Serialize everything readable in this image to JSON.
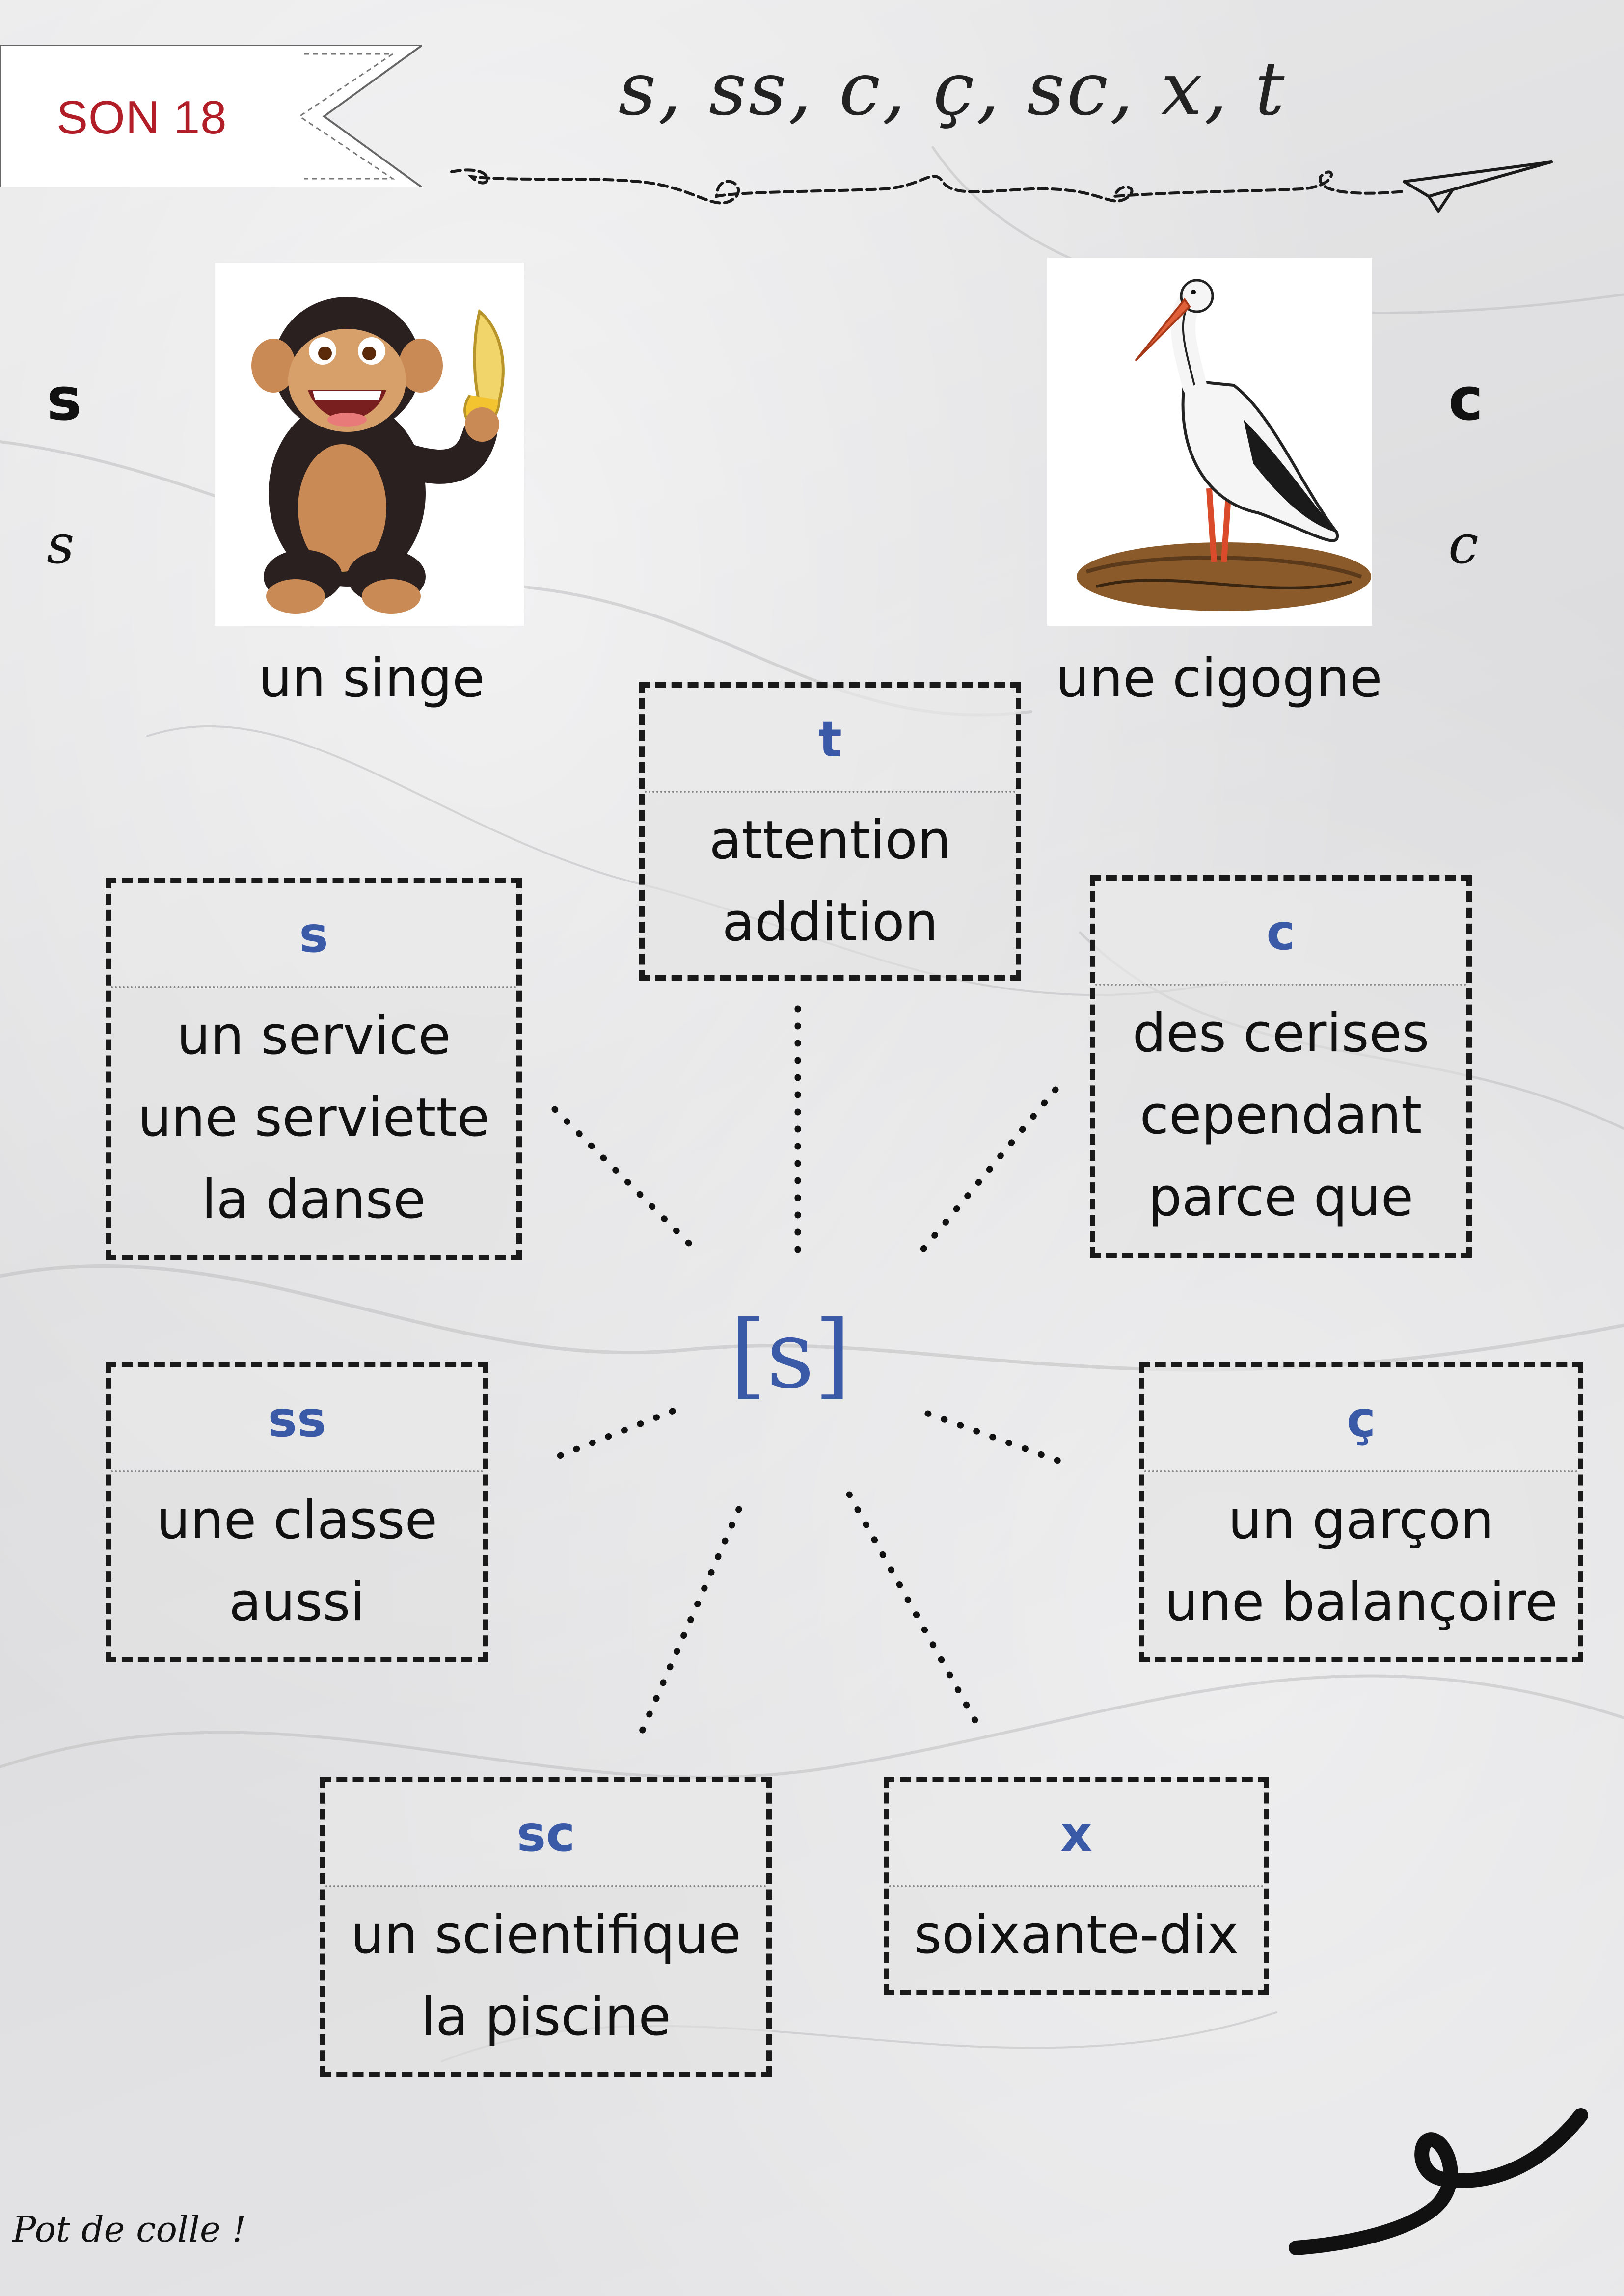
{
  "header": {
    "son_label": "SON 18",
    "title": "s, ss, c, ç, sc, x, t"
  },
  "left_example": {
    "letter_print": "s",
    "letter_script": "s",
    "image": "chimpanzee-holding-banana",
    "caption": "un singe"
  },
  "right_example": {
    "letter_print": "c",
    "letter_script": "c",
    "image": "stork-on-nest",
    "caption": "une cigogne"
  },
  "phoneme": "[s]",
  "boxes": {
    "t": {
      "grapheme": "t",
      "words": [
        "attention",
        "addition"
      ]
    },
    "s": {
      "grapheme": "s",
      "words": [
        "un service",
        "une serviette",
        "la danse"
      ]
    },
    "c": {
      "grapheme": "c",
      "words": [
        "des cerises",
        "cependant",
        "parce que"
      ]
    },
    "ss": {
      "grapheme": "ss",
      "words": [
        "une classe",
        "aussi"
      ]
    },
    "cc": {
      "grapheme": "ç",
      "words": [
        "un garçon",
        "une balançoire"
      ]
    },
    "sc": {
      "grapheme": "sc",
      "words": [
        "un scientifique",
        "la piscine"
      ]
    },
    "x": {
      "grapheme": "x",
      "words": [
        "soixante-dix"
      ]
    }
  },
  "footer": "Pot de colle !",
  "colors": {
    "accent_blue": "#3a5aa8",
    "son_red": "#b21e28"
  }
}
